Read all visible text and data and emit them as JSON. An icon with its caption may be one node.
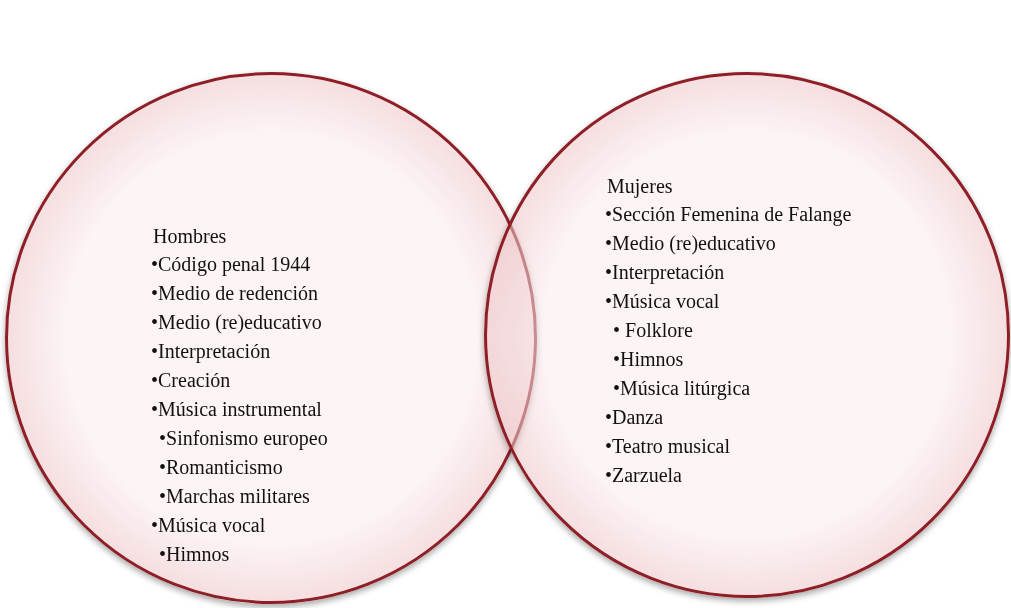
{
  "diagram": {
    "nodes": [
      {
        "text": [
          "Hombres",
          "•Código penal 1944",
          "•Medio de redención",
          "•Medio (re)educativo",
          "•Interpretación",
          "•Creación",
          "•Música instrumental",
          "•Sinfonismo europeo",
          "•Romanticismo",
          "•Marchas militares",
          "•Música vocal",
          "•Himnos"
        ]
      },
      {
        "text": [
          "Mujeres",
          "•Sección Femenina de Falange",
          "•Medio (re)educativo",
          "•Interpretación",
          "•Música vocal",
          "• Folklore",
          "•Himnos",
          "•Música litúrgica",
          "•Danza",
          "•Teatro musical",
          "•Zarzuela"
        ]
      }
    ]
  }
}
